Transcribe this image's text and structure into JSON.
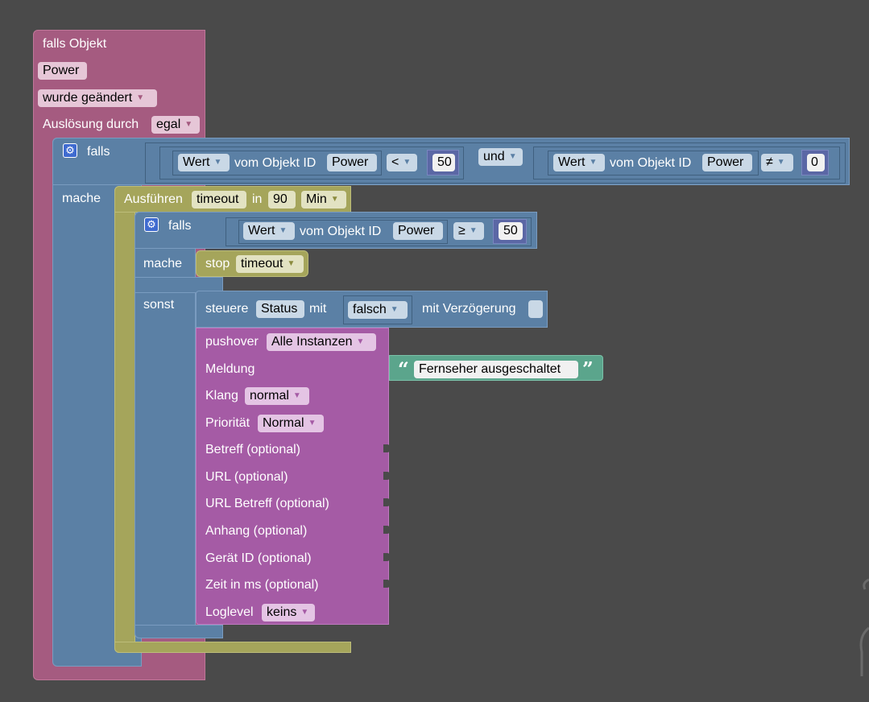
{
  "trigger": {
    "label": "falls Objekt",
    "object": "Power",
    "condition": "wurde geändert",
    "trigger_by_label": "Auslösung durch",
    "trigger_by_value": "egal"
  },
  "outer_if": {
    "if_label": "falls",
    "do_label": "mache",
    "left": {
      "prop": "Wert",
      "of_label": "vom Objekt ID",
      "object": "Power",
      "op": "<",
      "value": "50"
    },
    "logic": "und",
    "right": {
      "prop": "Wert",
      "of_label": "vom Objekt ID",
      "object": "Power",
      "op": "≠",
      "value": "0"
    }
  },
  "timeout": {
    "label": "Ausführen",
    "name": "timeout",
    "in_label": "in",
    "amount": "90",
    "unit": "Min"
  },
  "inner_if": {
    "if_label": "falls",
    "do_label": "mache",
    "else_label": "sonst",
    "cond": {
      "prop": "Wert",
      "of_label": "vom Objekt ID",
      "object": "Power",
      "op": "≥",
      "value": "50"
    }
  },
  "stop": {
    "label": "stop",
    "name": "timeout"
  },
  "control": {
    "label": "steuere",
    "state": "Status",
    "with_label": "mit",
    "value": "falsch",
    "delay_label": "mit Verzögerung"
  },
  "pushover": {
    "label": "pushover",
    "instance": "Alle Instanzen",
    "message_label": "Meldung",
    "message_text": "Fernseher ausgeschaltet",
    "quote_open": "“",
    "quote_close": "”",
    "sound_label": "Klang",
    "sound": "normal",
    "priority_label": "Priorität",
    "priority": "Normal",
    "subject_label": "Betreff (optional)",
    "url_label": "URL (optional)",
    "url_title_label": "URL Betreff (optional)",
    "attachment_label": "Anhang (optional)",
    "device_label": "Gerät ID (optional)",
    "time_label": "Zeit in ms (optional)",
    "loglevel_label": "Loglevel",
    "loglevel": "keins"
  },
  "icons": {
    "gear": "gear-icon",
    "dropdown": "dropdown-arrow-icon"
  },
  "colors": {
    "workspace": "#4a4a4a",
    "trigger_block": "#a55b80",
    "logic_block": "#5b80a5",
    "timeout_block": "#a5a55b",
    "pushover_block": "#a55ba5",
    "text_block": "#5ba58c"
  }
}
